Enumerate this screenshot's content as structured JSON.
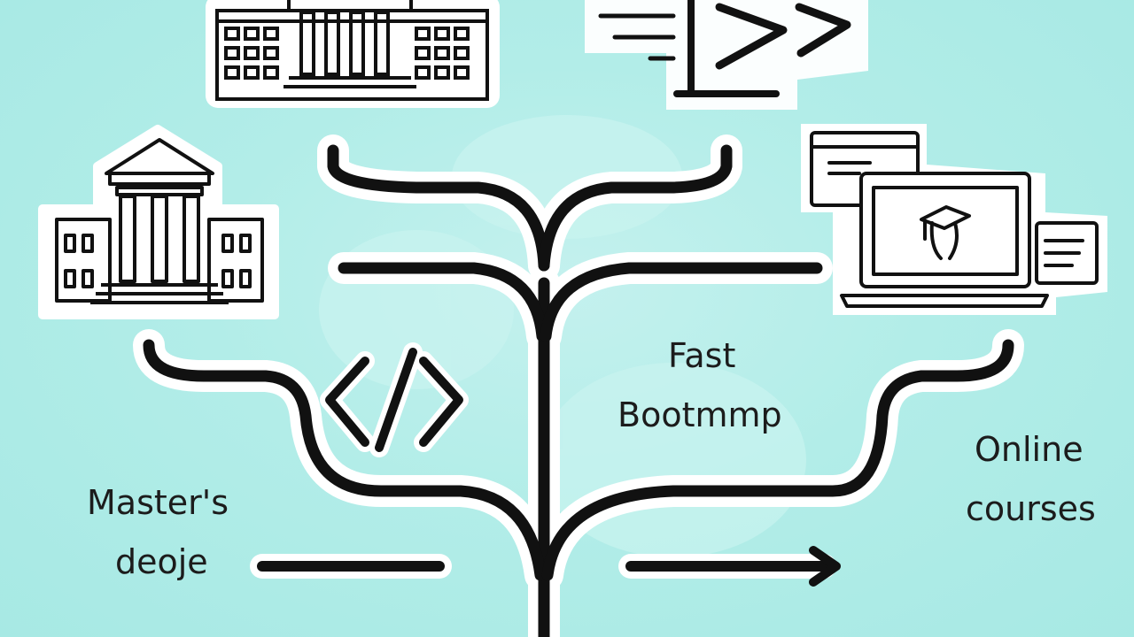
{
  "colors": {
    "background": "#b2ede8",
    "stroke": "#111111",
    "sticker": "#ffffff",
    "text": "#1c1c1c"
  },
  "icons": [
    "university-building-icon",
    "bank-building-icon",
    "fast-forward-icon",
    "code-brackets-icon",
    "laptop-graduate-icon"
  ],
  "labels": {
    "fast_bootcamp": [
      "Fast",
      "Bootmmp"
    ],
    "online_courses": [
      "Online",
      "courses"
    ],
    "masters_degree": [
      "Master's",
      "deoje"
    ]
  }
}
